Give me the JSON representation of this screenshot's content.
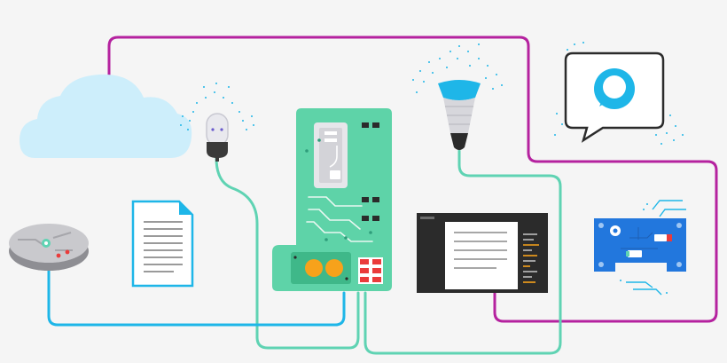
{
  "colors": {
    "background": "#f5f5f5",
    "wire_magenta": "#b5229f",
    "wire_teal": "#5fd3b3",
    "wire_cyan": "#1eb6e8",
    "board_green": "#5ed3a8",
    "board_blue": "#2277dd",
    "cloud": "#cdeefb",
    "dark_panel": "#2b2b2b",
    "accent_orange": "#f7a21b",
    "accent_red": "#ea3b3b",
    "alexa_blue": "#1eb6e8"
  },
  "components": [
    {
      "name": "cloud",
      "icon": "cloud-icon"
    },
    {
      "name": "hub-device",
      "icon": "hub-icon"
    },
    {
      "name": "document",
      "icon": "document-icon"
    },
    {
      "name": "microphone-sensor",
      "icon": "mic-icon"
    },
    {
      "name": "main-circuit-board",
      "icon": "board-icon"
    },
    {
      "name": "smart-bulb",
      "icon": "lightbulb-icon"
    },
    {
      "name": "code-editor",
      "icon": "editor-icon"
    },
    {
      "name": "voice-assistant",
      "icon": "alexa-icon"
    },
    {
      "name": "sensor-board",
      "icon": "blue-board-icon"
    }
  ]
}
